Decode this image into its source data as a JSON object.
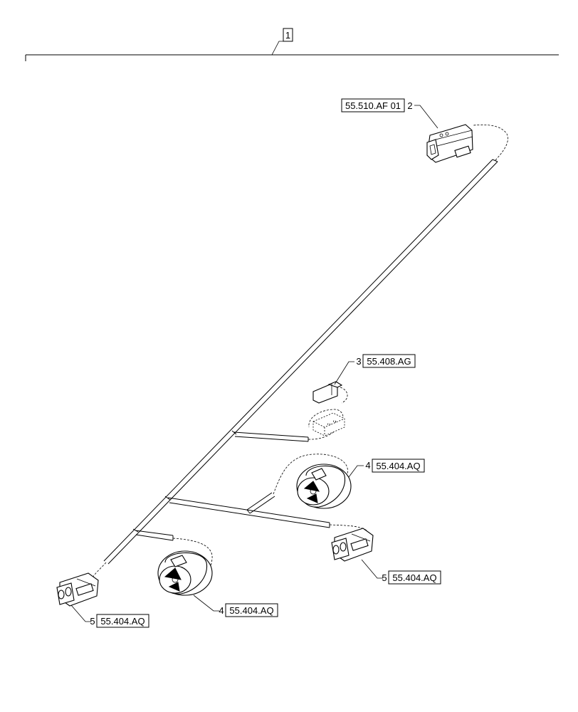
{
  "assembly": {
    "item": "1"
  },
  "callouts": [
    {
      "item": "2",
      "ref": "55.510.AF 01"
    },
    {
      "item": "3",
      "ref": "55.408.AG"
    },
    {
      "item": "4",
      "ref": "55.404.AQ"
    },
    {
      "item": "5",
      "ref": "55.404.AQ"
    },
    {
      "item": "4",
      "ref": "55.404.AQ"
    },
    {
      "item": "5",
      "ref": "55.404.AQ"
    }
  ]
}
